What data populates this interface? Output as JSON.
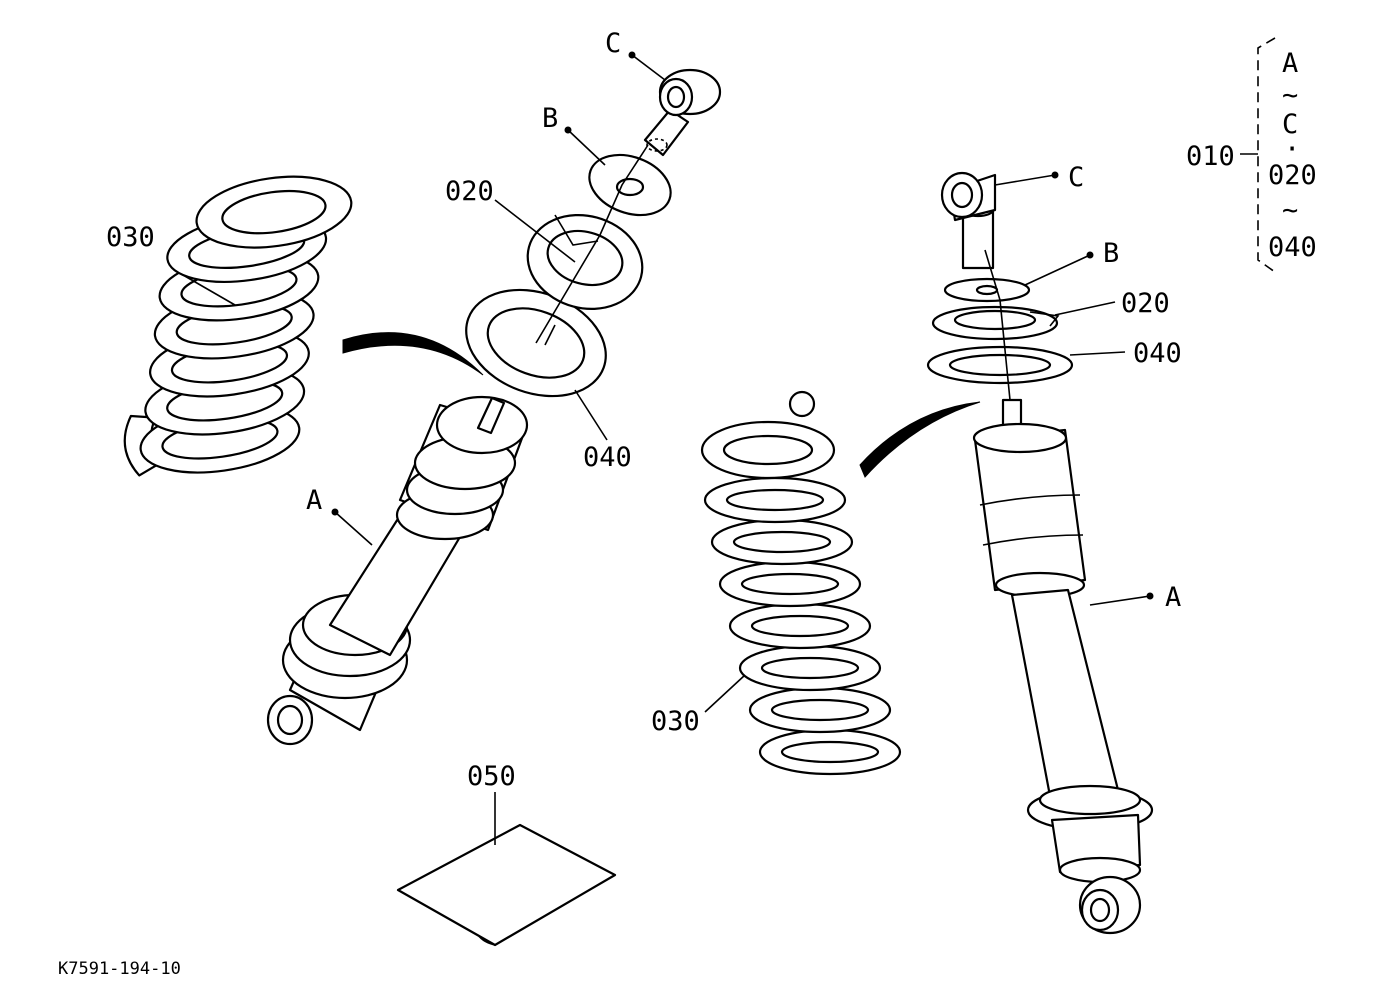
{
  "drawing_id": "K7591-194-10",
  "labels": {
    "a": "A",
    "b": "B",
    "c": "C",
    "p010": "010",
    "p020": "020",
    "p030": "030",
    "p040": "040",
    "p050": "050"
  },
  "legend": {
    "row1": "A",
    "tilde": "~",
    "row2": "C",
    "dot": "·",
    "row3": "020",
    "row4": "040"
  }
}
